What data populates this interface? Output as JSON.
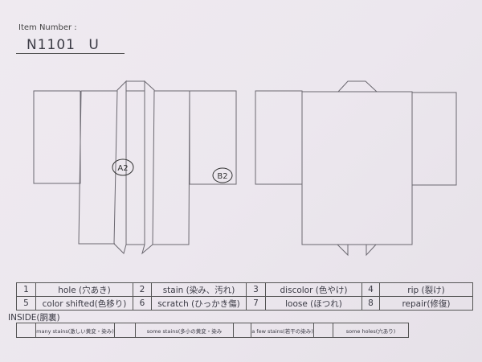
{
  "header": {
    "item_label": "Item Number :",
    "item_number": "N1101  U"
  },
  "diagram": {
    "front_marks": [
      {
        "label": "A2"
      },
      {
        "label": "B2"
      }
    ],
    "line_color": "#6b6870"
  },
  "legend": {
    "rows": [
      [
        {
          "num": "1",
          "text": "hole (穴あき)"
        },
        {
          "num": "2",
          "text": "stain (染み、汚れ)"
        },
        {
          "num": "3",
          "text": "discolor (色やけ)"
        },
        {
          "num": "4",
          "text": "rip (裂け)"
        }
      ],
      [
        {
          "num": "5",
          "text": "color shifted(色移り)"
        },
        {
          "num": "6",
          "text": "scratch (ひっかき傷)"
        },
        {
          "num": "7",
          "text": "loose (ほつれ)"
        },
        {
          "num": "8",
          "text": "repair(修復)"
        }
      ]
    ]
  },
  "inside": {
    "label": "INSIDE(胴裏)",
    "options": [
      {
        "text": "many stains(激しい黄変・染み)",
        "checked": ""
      },
      {
        "text": "some stains(多小の黄変・染み",
        "checked": ""
      },
      {
        "text": "a few stains(若干の染み)",
        "checked": ""
      },
      {
        "text": "some holes(穴あり)",
        "checked": ""
      }
    ]
  }
}
